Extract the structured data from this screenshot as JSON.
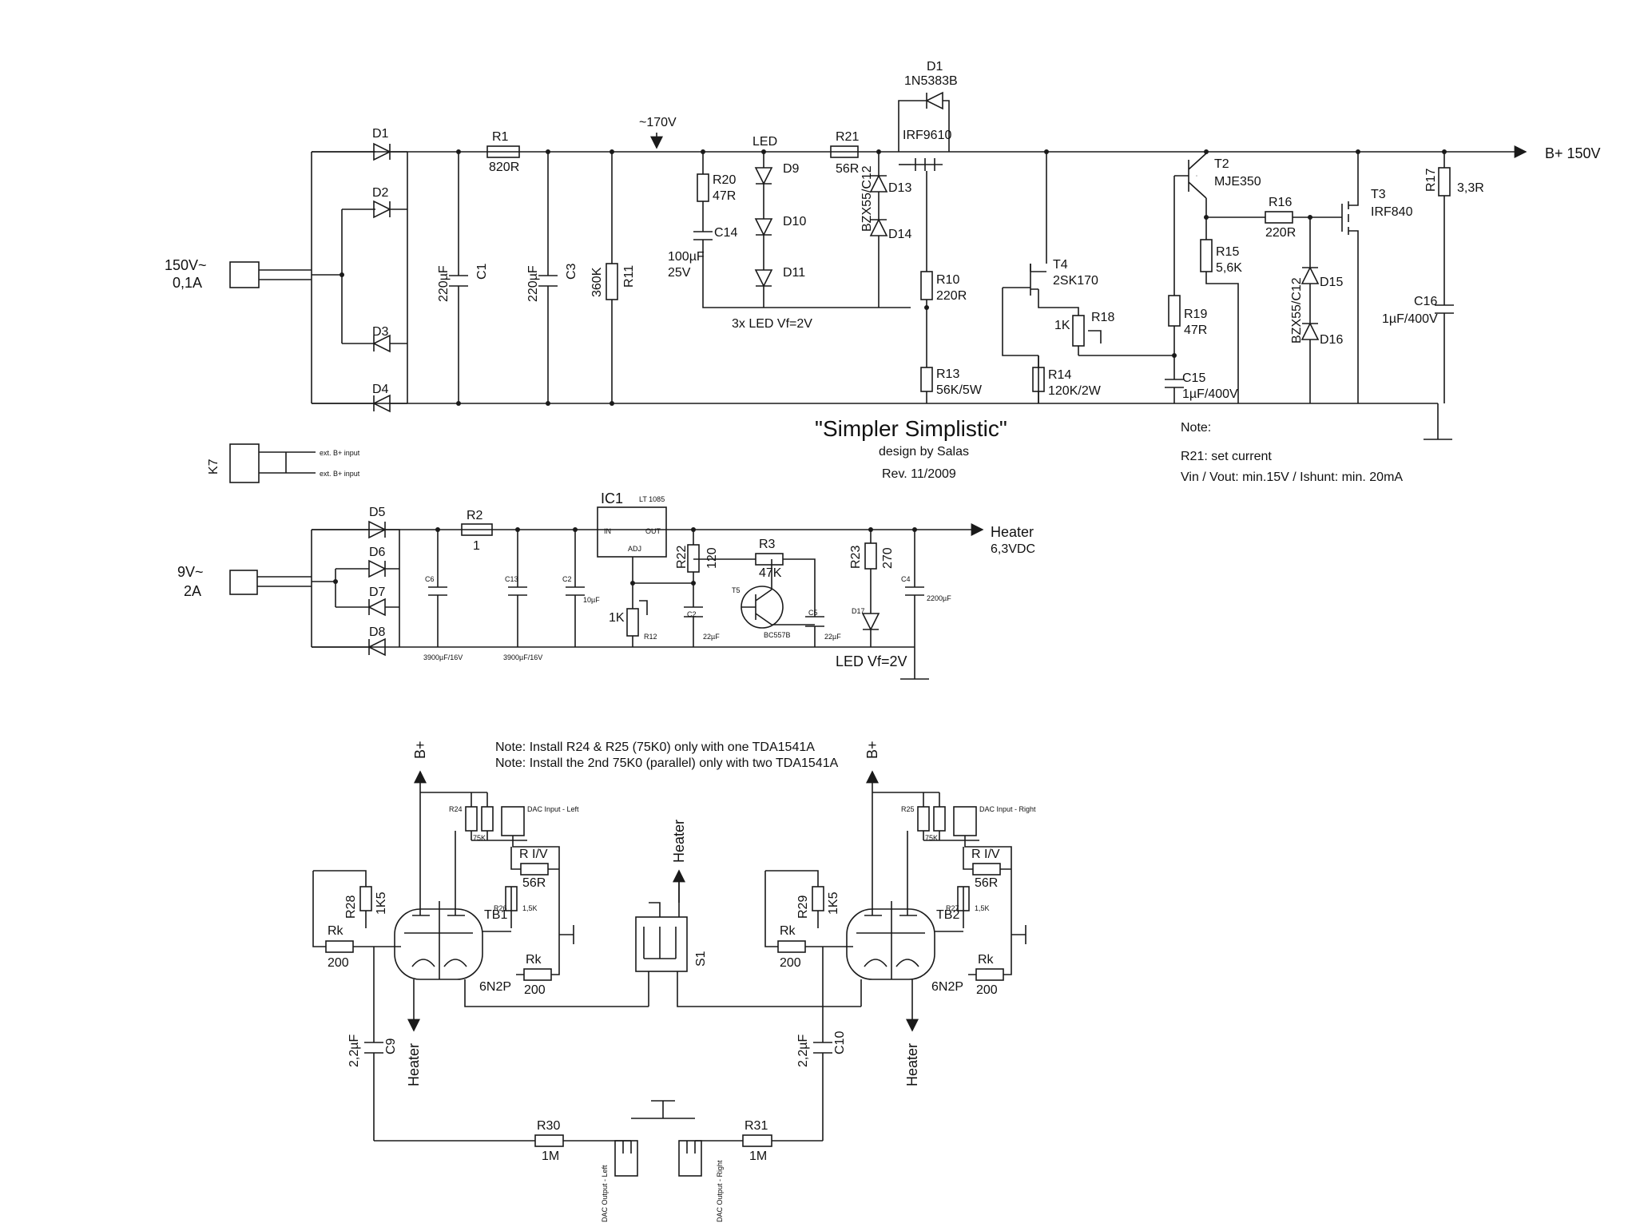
{
  "title": {
    "main": "\"Simpler Simplistic\"",
    "by": "design by Salas",
    "rev": "Rev. 11/2009"
  },
  "notes": {
    "header": "Note:",
    "line1": "R21: set current",
    "line2": "Vin / Vout: min.15V / Ishunt: min. 20mA",
    "tda1": "Note: Install R24 & R25 (75K0) only with one TDA1541A",
    "tda2": "Note: Install the 2nd 75K0 (parallel) only with two TDA1541A"
  },
  "hv": {
    "input_v": "150V~",
    "input_i": "0,1A",
    "v170": "~170V",
    "bplus": "B+ 150V",
    "k7": "K7",
    "ext1": "ext. B+ input",
    "ext2": "ext. B+ input",
    "d1": "D1",
    "d2": "D2",
    "d3": "D3",
    "d4": "D4",
    "r1": "R1",
    "r1v": "820R",
    "c1": "C1",
    "c1v": "220µF",
    "c3": "C3",
    "c3v": "220µF",
    "r11": "R11",
    "r11v": "360K",
    "led": "LED",
    "r20": "R20",
    "r20v": "47R",
    "c14": "C14",
    "c14v1": "100µF",
    "c14v2": "25V",
    "d9": "D9",
    "d10": "D10",
    "d11": "D11",
    "ledvf": "3x LED Vf=2V",
    "r21": "R21",
    "r21v": "56R",
    "dz": "D1",
    "dzv": "1N5383B",
    "irf": "IRF9610",
    "bzx": "BZX55/C12",
    "d13": "D13",
    "d14": "D14",
    "r10": "R10",
    "r10v": "220R",
    "r13": "R13",
    "r13v": "56K/5W",
    "t4": "T4",
    "t4v": "2SK170",
    "r18": "R18",
    "r18v": "1K",
    "r14": "R14",
    "r14v": "120K/2W",
    "t2": "T2",
    "t2v": "MJE350",
    "r15": "R15",
    "r15v": "5,6K",
    "r19": "R19",
    "r19v": "47R",
    "c15": "C15",
    "c15v": "1µF/400V",
    "r16": "R16",
    "r16v": "220R",
    "bzx2": "BZX55/C12",
    "d15": "D15",
    "d16": "D16",
    "t3": "T3",
    "t3v": "IRF840",
    "r17": "R17",
    "r17v": "3,3R",
    "c16": "C16",
    "c16v": "1µF/400V"
  },
  "heater": {
    "input_v": "9V~",
    "input_i": "2A",
    "d5": "D5",
    "d6": "D6",
    "d7": "D7",
    "d8": "D8",
    "c6": "C6",
    "c6v": "3900µF/16V",
    "r2": "R2",
    "r2v": "1",
    "c13": "C13",
    "c13v": "3900µF/16V",
    "c2": "C2",
    "c2v": "10µF",
    "ic1": "IC1",
    "ic1v": "LT 1085",
    "pin_in": "IN",
    "pin_out": "OUT",
    "pin_adj": "ADJ",
    "r22": "R22",
    "r22v": "120",
    "r12": "R12",
    "r12v": "1K",
    "c2b": "C2",
    "c2bv": "22µF",
    "r3": "R3",
    "r3v": "47K",
    "t5": "T5",
    "t5v": "BC557B",
    "c5": "C5",
    "c5v": "22µF",
    "r23": "R23",
    "r23v": "270",
    "d17": "D17",
    "ledvf": "LED Vf=2V",
    "c4": "C4",
    "c4v": "2200µF",
    "out": "Heater",
    "outv": "6,3VDC"
  },
  "output": {
    "bplus": "B+",
    "heater": "Heater",
    "r24": "R24",
    "r25": "R25",
    "r75k": "75K",
    "dac_l": "DAC Input - Left",
    "dac_r": "DAC Input - Right",
    "riv": "R I/V",
    "rivv": "56R",
    "r28": "R28",
    "r28v": "1K5",
    "r29": "R29",
    "r29v": "1K5",
    "r26": "R26",
    "r26v": "1,5K",
    "r27": "R27",
    "r27v": "1,5K",
    "tb1": "TB1",
    "tb2": "TB2",
    "tube": "6N2P",
    "rk": "Rk",
    "rkv": "200",
    "s1": "S1",
    "c9": "C9",
    "c10": "C10",
    "cv": "2,2µF",
    "r30": "R30",
    "r31": "R31",
    "rmv": "1M",
    "out_l": "DAC Output - Left",
    "out_r": "DAC Output - Right"
  }
}
